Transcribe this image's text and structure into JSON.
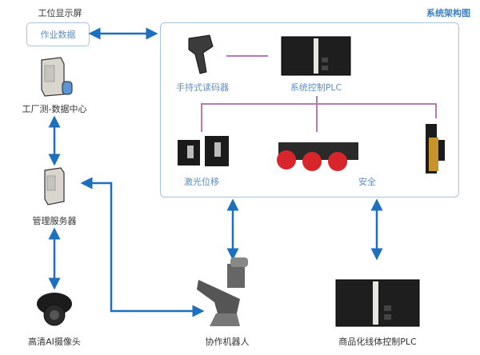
{
  "diagram_title": "系统架构图",
  "colors": {
    "arrow": "#1f6fbf",
    "bus": "#b57ab6",
    "box_border": "#a9c3de",
    "accent_text": "#5a8fc4"
  },
  "left_column": {
    "display_title": "工位显示屏",
    "job_data_box": "作业数据",
    "data_center": "工厂测-数据中心",
    "management_server": "管理服务器",
    "ai_camera": "高清AI摄像头"
  },
  "system_box": {
    "handheld_reader": "手持式读码器",
    "system_plc": "系统控制PLC",
    "laser_displacement": "激光位移",
    "safety": "安全"
  },
  "bottom": {
    "cobot": "协作机器人",
    "line_plc": "商品化线体控制PLC"
  },
  "icons": [
    "server-db-icon",
    "server-icon",
    "dome-camera-icon",
    "barcode-scanner-icon",
    "plc-icon",
    "laser-sensor-icon",
    "emergency-stop-icon",
    "safety-light-curtain-icon",
    "robot-arm-icon"
  ]
}
